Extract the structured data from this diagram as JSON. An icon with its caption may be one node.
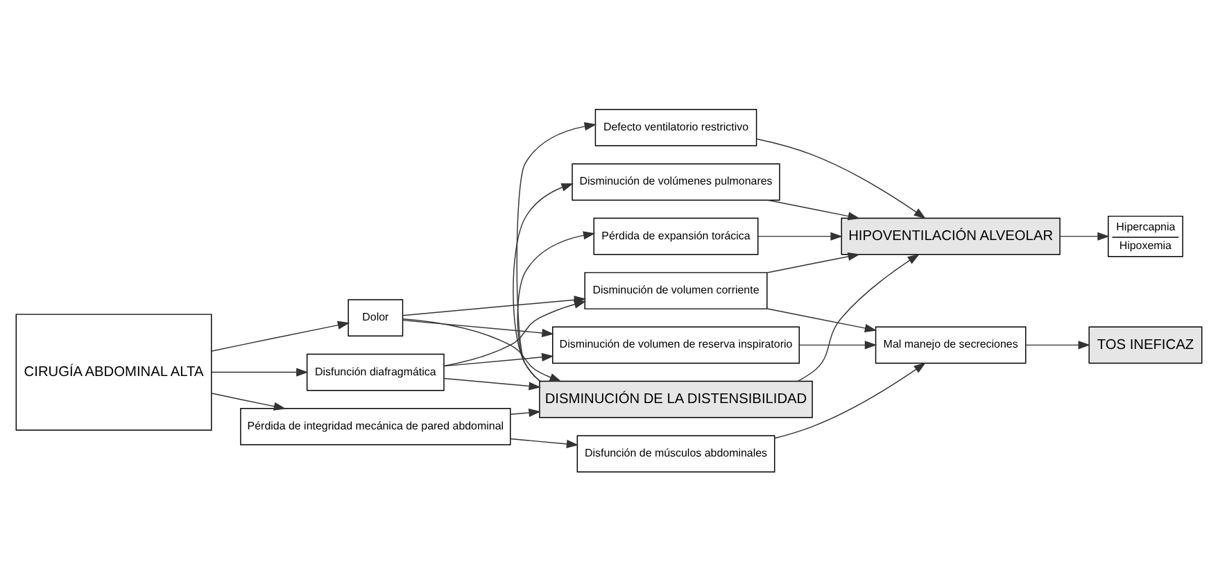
{
  "diagram": {
    "nodes": [
      {
        "text": [
          "CIRUGÍA ABDOMINAL ALTA"
        ]
      },
      {
        "text": [
          "Pérdida de integridad mecánica de pared abdominal"
        ]
      },
      {
        "text": [
          "Disfunción de músculos abdominales"
        ]
      },
      {
        "text": [
          "Dolor"
        ]
      },
      {
        "text": [
          "Disfunción diafragmática"
        ]
      },
      {
        "text": [
          "Disminución de volumen corriente"
        ]
      },
      {
        "text": [
          "Disminución de volumen de reserva inspiratorio"
        ]
      },
      {
        "text": [
          "Mal manejo de secreciones"
        ]
      },
      {
        "text": [
          "DISMINUCIÓN DE LA DISTENSIBILIDAD"
        ]
      },
      {
        "text": [
          "HIPOVENTILACIÓN ALVEOLAR"
        ]
      },
      {
        "text": [
          "TOS INEFICAZ"
        ]
      },
      {
        "text": [
          "Hipercapnia",
          "Hipoxemia"
        ]
      },
      {
        "text": [
          "Defecto ventilatorio restrictivo"
        ]
      },
      {
        "text": [
          "Pérdida de expansión torácica"
        ]
      },
      {
        "text": [
          "Disminución de volúmenes pulmonares"
        ]
      }
    ],
    "edges": [
      {
        "from": 0,
        "to": 1,
        "arrow": "to"
      },
      {
        "from": 0,
        "to": 3,
        "arrow": "to"
      },
      {
        "from": 0,
        "to": 4,
        "arrow": "to"
      },
      {
        "from": 1,
        "to": 2,
        "arrow": "to"
      },
      {
        "from": 2,
        "to": 7,
        "arrow": "to"
      },
      {
        "from": 1,
        "to": 8,
        "arrow": "to"
      },
      {
        "from": 3,
        "to": 8,
        "arrow": "to"
      },
      {
        "from": 4,
        "to": 8,
        "arrow": "to"
      },
      {
        "from": 3,
        "to": 5,
        "arrow": "to"
      },
      {
        "from": 3,
        "to": 6,
        "arrow": "to"
      },
      {
        "from": 4,
        "to": 5,
        "arrow": "to"
      },
      {
        "from": 4,
        "to": 6,
        "arrow": "to"
      },
      {
        "from": 5,
        "to": 9,
        "arrow": "to"
      },
      {
        "from": 5,
        "to": 7,
        "arrow": "to"
      },
      {
        "from": 6,
        "to": 7,
        "arrow": "to"
      },
      {
        "from": 7,
        "to": 10,
        "arrow": "to"
      },
      {
        "from": 8,
        "to": 9,
        "arrow": "to"
      },
      {
        "from": 8,
        "to": 12,
        "arrow": "to"
      },
      {
        "from": 8,
        "to": 13,
        "arrow": "to"
      },
      {
        "from": 8,
        "to": 14,
        "arrow": "to"
      },
      {
        "from": 12,
        "to": 9,
        "arrow": "to"
      },
      {
        "from": 13,
        "to": 9,
        "arrow": "to"
      },
      {
        "from": 14,
        "to": 9,
        "arrow": "to"
      },
      {
        "from": 9,
        "to": 11,
        "arrow": "to"
      }
    ]
  }
}
